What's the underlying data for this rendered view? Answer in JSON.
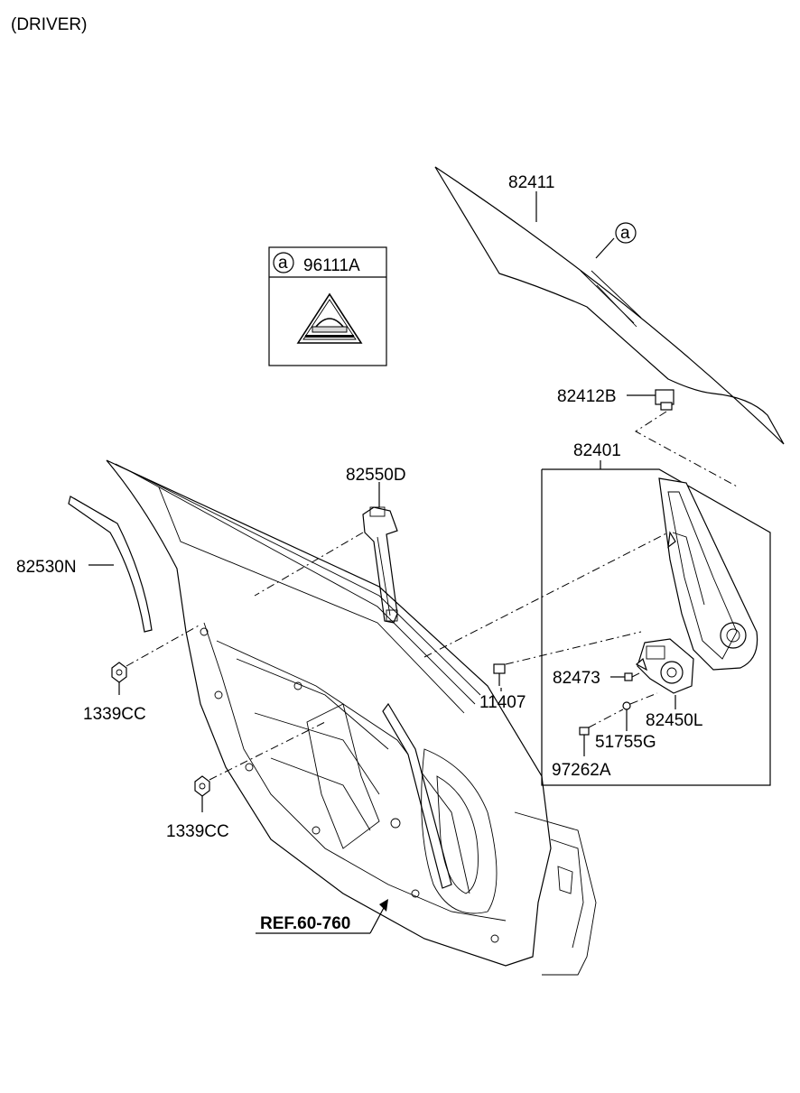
{
  "header": {
    "side": "(DRIVER)"
  },
  "legend_box": {
    "ref_letter": "a",
    "part_no": "96111A"
  },
  "glass_ref_letter": "a",
  "labels": {
    "glass": "82411",
    "glass_clip": "82412B",
    "regulator_assy": "82401",
    "guide_rail": "82550D",
    "channel": "82530N",
    "nut_upper": "1339CC",
    "nut_lower": "1339CC",
    "bolt": "11407",
    "motor_screw": "82473",
    "motor": "82450L",
    "washer": "51755G",
    "screw": "97262A"
  },
  "reference": {
    "text": "REF.60-760"
  }
}
